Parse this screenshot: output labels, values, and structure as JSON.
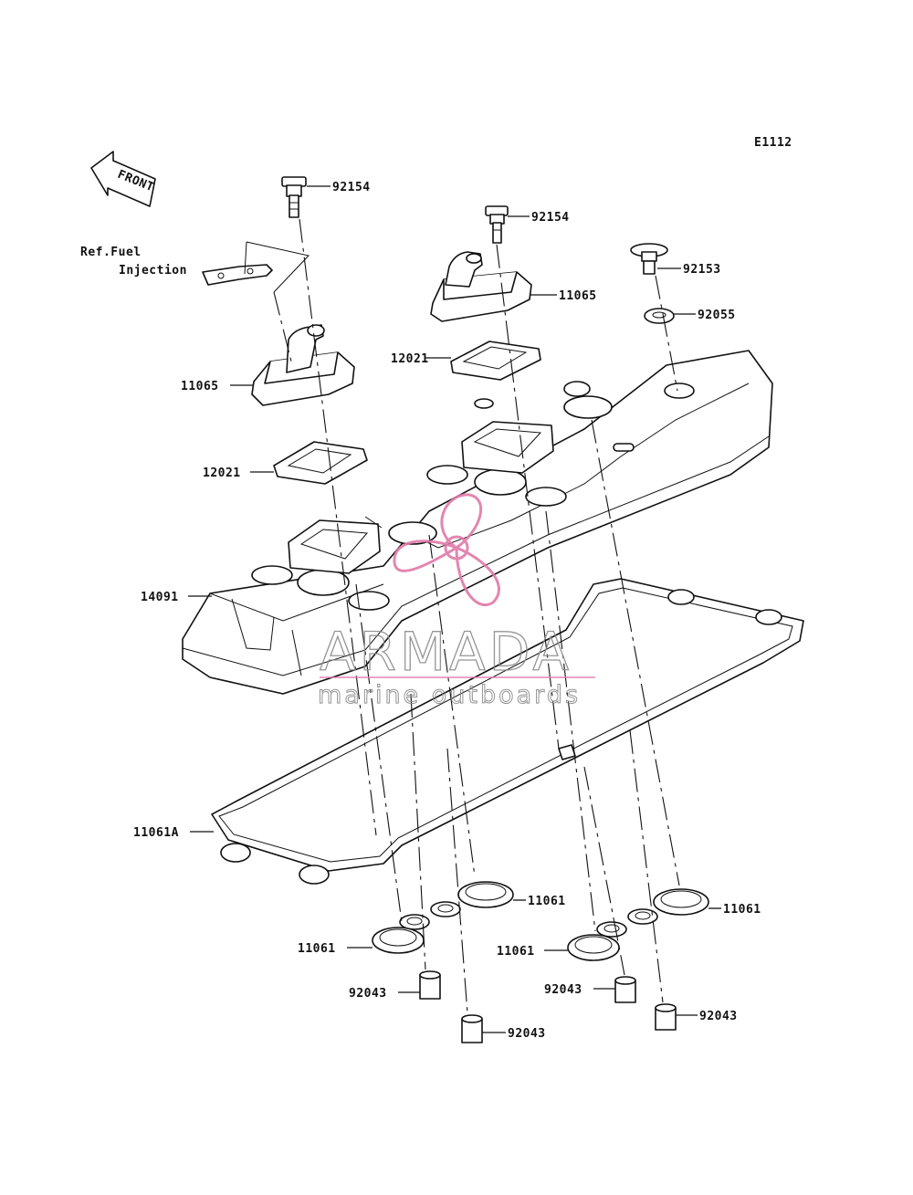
{
  "figure_code": "E1112",
  "front_arrow": "FRONT",
  "reference_note": {
    "line1": "Ref.Fuel",
    "line2": "Injection"
  },
  "callouts": {
    "bolt_left": "92154",
    "bolt_right": "92154",
    "bolt_cap": "92153",
    "washer": "92055",
    "cover_left": "11065",
    "cover_right": "11065",
    "gasket_left": "12021",
    "gasket_right": "12021",
    "head_cover": "14091",
    "main_gasket": "11061A",
    "seal_a": "11061",
    "seal_b": "11061",
    "seal_c": "11061",
    "seal_d": "11061",
    "dowel_a": "92043",
    "dowel_b": "92043",
    "dowel_c": "92043",
    "dowel_d": "92043"
  },
  "watermark": {
    "brand": "ARMADA",
    "tagline": "marine outboards",
    "logo_color": "#e07aa8",
    "text_color": "#8a8a8a"
  }
}
